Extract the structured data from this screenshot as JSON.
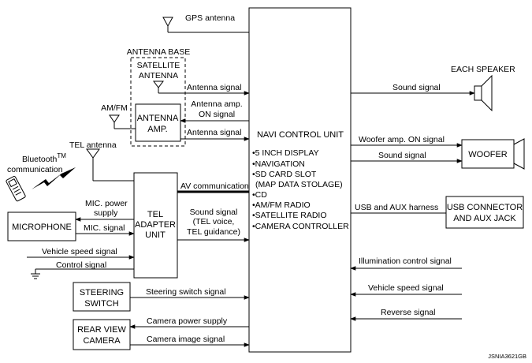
{
  "labels": {
    "gps_antenna": "GPS antenna",
    "antenna_base": "ANTENNA BASE",
    "satellite_antenna_1": "SATELLITE",
    "satellite_antenna_2": "ANTENNA",
    "am_fm": "AM/FM",
    "antenna_amp_1": "ANTENNA",
    "antenna_amp_2": "AMP.",
    "tel_antenna": "TEL antenna",
    "bluetooth_1": "Bluetooth",
    "bluetooth_tm": "TM",
    "bluetooth_2": "communication",
    "microphone": "MICROPHONE",
    "tel_adapter_1": "TEL",
    "tel_adapter_2": "ADAPTER",
    "tel_adapter_3": "UNIT",
    "steering_switch_1": "STEERING",
    "steering_switch_2": "SWITCH",
    "rear_view_camera_1": "REAR VIEW",
    "rear_view_camera_2": "CAMERA",
    "each_speaker": "EACH SPEAKER",
    "woofer": "WOOFER",
    "usb_connector_1": "USB CONNECTOR",
    "usb_connector_2": "AND AUX JACK",
    "navi_title": "NAVI CONTROL UNIT",
    "ref_code": "JSNIA3621GB"
  },
  "navi_items": [
    "•5 INCH DISPLAY",
    "•NAVIGATION",
    "•SD CARD SLOT",
    "(MAP DATA STOLAGE)",
    "•CD",
    "•AM/FM RADIO",
    "•SATELLITE RADIO",
    "•CAMERA CONTROLLER"
  ],
  "signals": {
    "antenna_signal_sat": "Antenna signal",
    "antenna_amp_on_1": "Antenna amp.",
    "antenna_amp_on_2": "ON signal",
    "antenna_signal_amp": "Antenna signal",
    "av_communication": "AV communication",
    "mic_power_1": "MIC. power",
    "mic_power_2": "supply",
    "mic_signal": "MIC. signal",
    "sound_tel_1": "Sound signal",
    "sound_tel_2": "(TEL voice,",
    "sound_tel_3": "TEL guidance)",
    "vehicle_speed_left": "Vehicle speed signal",
    "control_signal": "Control signal",
    "steering_switch_signal": "Steering switch signal",
    "camera_power_supply": "Camera power supply",
    "camera_image_signal": "Camera image signal",
    "sound_speaker": "Sound signal",
    "woofer_amp_on": "Woofer amp. ON signal",
    "sound_woofer": "Sound signal",
    "usb_aux_harness": "USB and AUX harness",
    "illumination_control": "Illumination control signal",
    "vehicle_speed_right": "Vehicle speed signal",
    "reverse_signal": "Reverse signal"
  }
}
